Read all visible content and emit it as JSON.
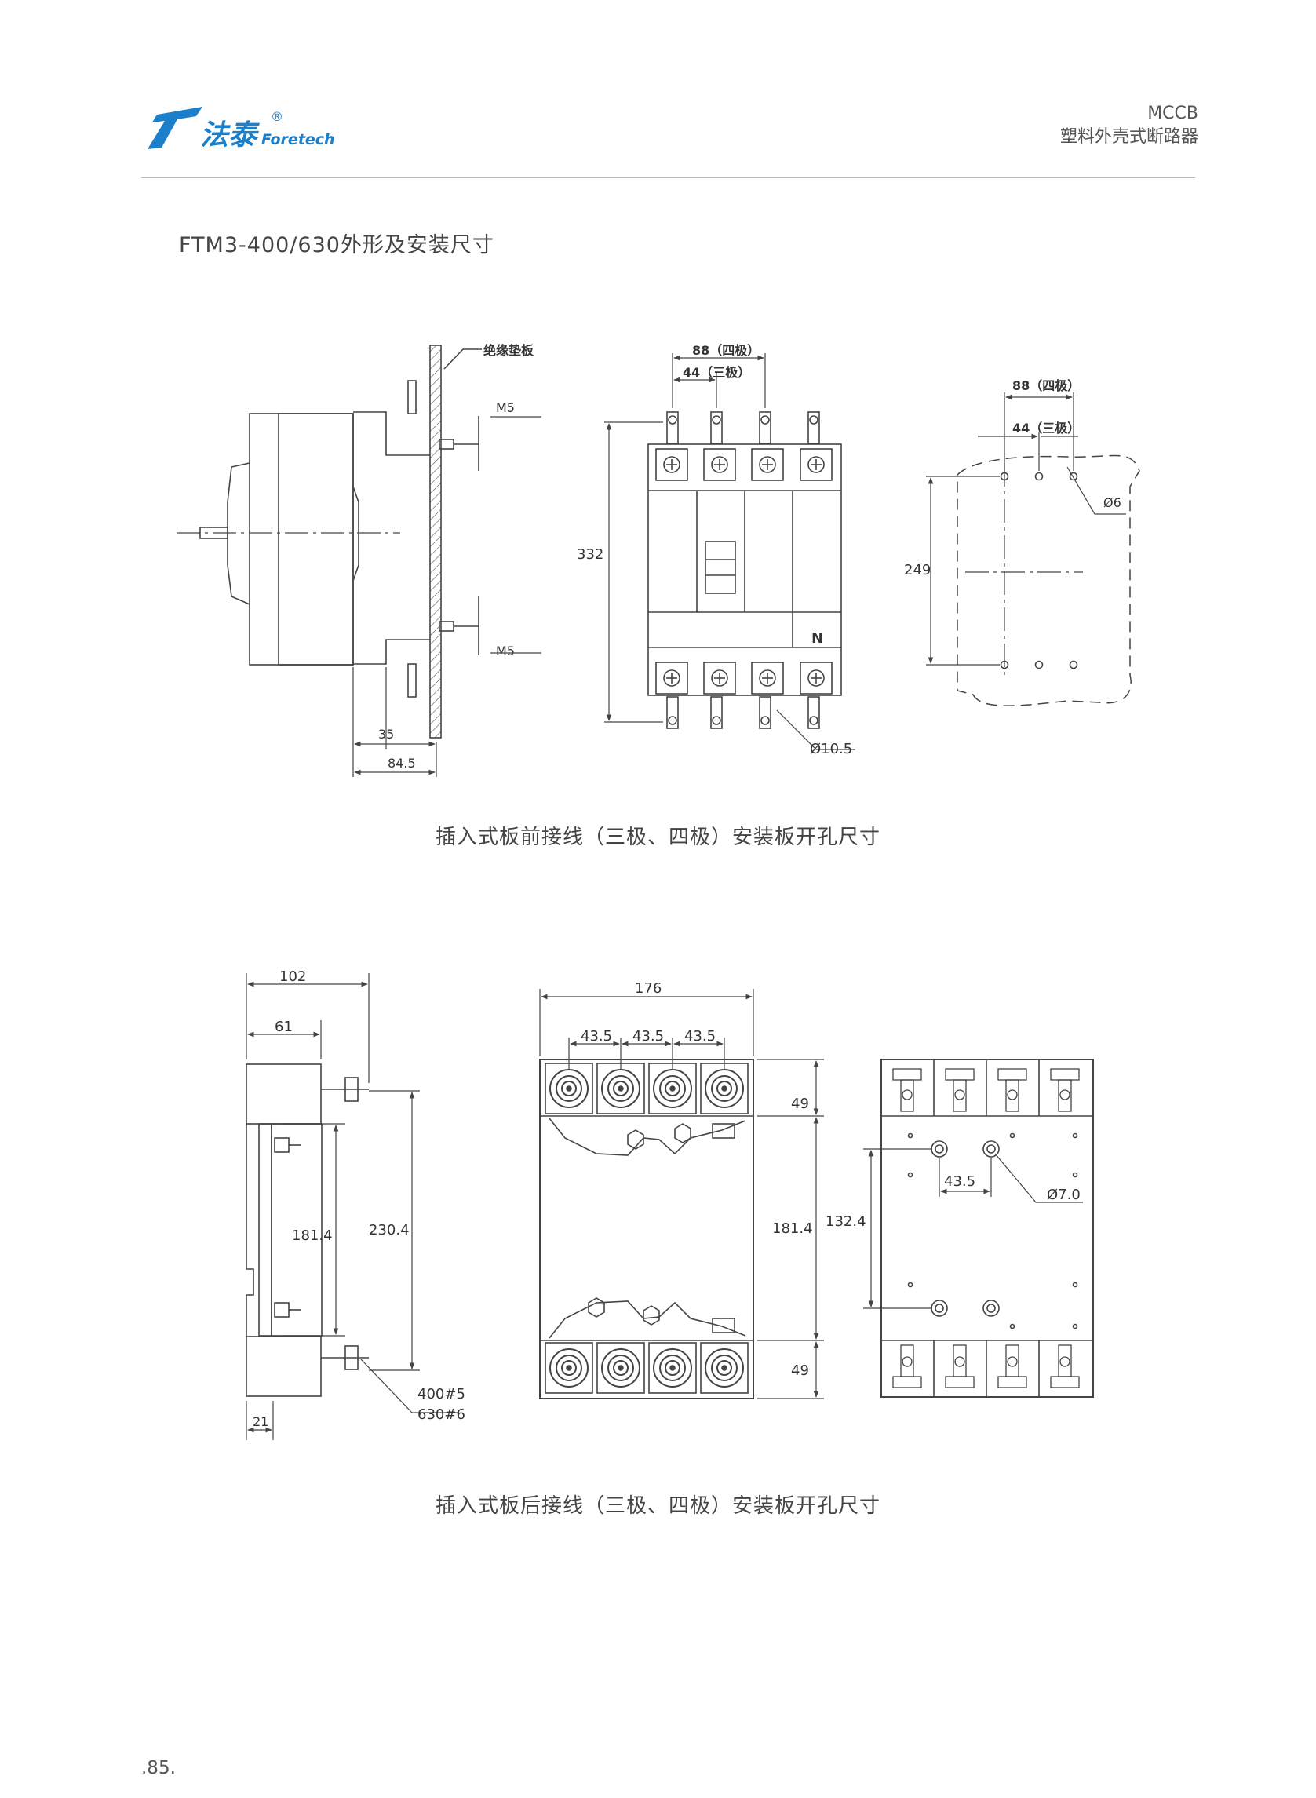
{
  "header": {
    "brand_cn": "法泰",
    "brand_en": "Foretech",
    "registered": "®",
    "product_code": "MCCB",
    "product_name": "塑料外壳式断路器"
  },
  "title": "FTM3-400/630外形及安装尺寸",
  "front_view": {
    "caption": "插入式板前接线（三极、四极）安装板开孔尺寸",
    "insulation_plate_label": "绝缘垫板",
    "screw_top": "M5",
    "screw_bottom": "M5",
    "dim_35": "35",
    "dim_84_5": "84.5",
    "dim_88": "88（四极）",
    "dim_44": "44（三极）",
    "dim_332": "332",
    "neutral": "N",
    "dia_10_5": "Ø10.5",
    "cut_88": "88（四极）",
    "cut_44": "44（三极）",
    "cut_dia_6": "Ø6",
    "cut_249": "249"
  },
  "rear_view": {
    "caption": "插入式板后接线（三极、四极）安装板开孔尺寸",
    "dim_102": "102",
    "dim_61": "61",
    "dim_181_4_side": "181.4",
    "dim_230_4": "230.4",
    "dim_21": "21",
    "bolt_400": "400#5",
    "bolt_630": "630#6",
    "dim_176": "176",
    "pitch_1": "43.5",
    "pitch_2": "43.5",
    "pitch_3": "43.5",
    "dim_49_top": "49",
    "dim_181_4": "181.4",
    "dim_49_bottom": "49",
    "dim_132_4": "132.4",
    "dim_43_5_hole": "43.5",
    "dia_7": "Ø7.0"
  },
  "page_number": ".85."
}
